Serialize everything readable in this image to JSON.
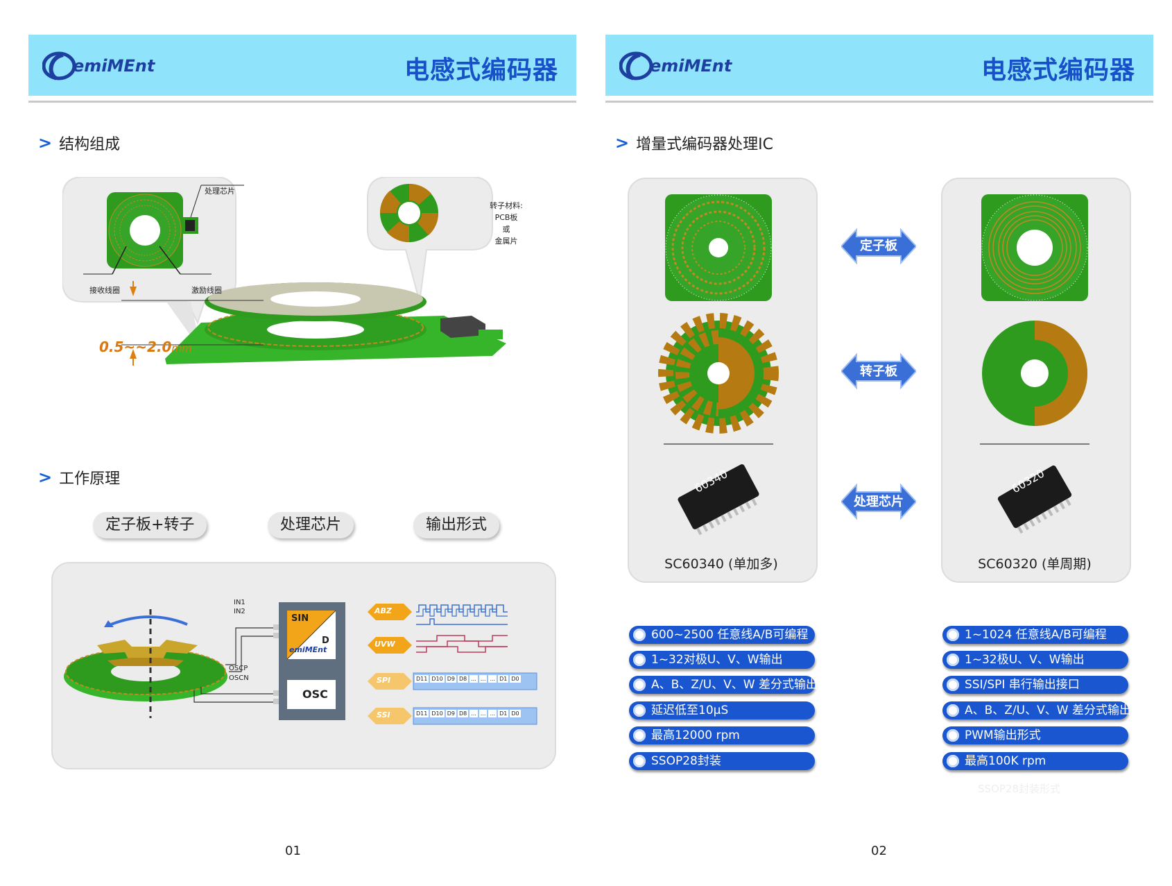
{
  "brand": {
    "logo_text": "emiMEnt",
    "title": "电感式编码器"
  },
  "page1": {
    "section1": "结构组成",
    "section2": "工作原理",
    "callouts": {
      "chip": "处理芯片",
      "receive": "接收线圈",
      "excite": "激励线圈",
      "rotor_material": [
        "转子材料:",
        "PCB板",
        "或",
        "金属片"
      ]
    },
    "gap_label": "0.5~~2.0",
    "gap_unit": "mm",
    "pills": [
      "定子板+转子",
      "处理芯片",
      "输出形式"
    ],
    "diagram": {
      "in1": "IN1",
      "in2": "IN2",
      "oscp": "OSCP",
      "oscn": "OSCN",
      "sin": "SIN",
      "d": "D",
      "osc": "OSC",
      "outputs": [
        "ABZ",
        "UVW",
        "SPI",
        "SSI"
      ],
      "bits": [
        "D11",
        "D10",
        "D9",
        "D8",
        "...",
        "...",
        "...",
        "D1",
        "D0"
      ]
    },
    "page_number": "01"
  },
  "page2": {
    "section": "增量式编码器处理IC",
    "arrows": [
      "定子板",
      "转子板",
      "处理芯片"
    ],
    "left_chip": {
      "marking": "60340",
      "name": "SC60340 (单加多)"
    },
    "right_chip": {
      "marking": "60320",
      "name": "SC60320 (单周期)"
    },
    "left_features": [
      "600~2500 任意线A/B可编程",
      "1~32对极U、V、W输出",
      "A、B、Z/U、V、W 差分式输出",
      "延迟低至10µS",
      "最高12000 rpm",
      "SSOP28封装"
    ],
    "right_features": [
      "1~1024 任意线A/B可编程",
      "1~32极U、V、W输出",
      "SSI/SPI 串行输出接口",
      "A、B、Z/U、V、W 差分式输出",
      "PWM输出形式",
      "最高100K rpm"
    ],
    "faint_text": "SSOP28封装形式",
    "page_number": "02"
  },
  "colors": {
    "header": "#8fe3fb",
    "title": "#1850c8",
    "pcb_green": "#2e9a1e",
    "copper": "#b57b12",
    "pill_blue": "#1a56d0",
    "arrow_blue": "#3a6fd8",
    "accent_orange": "#f2a519"
  }
}
